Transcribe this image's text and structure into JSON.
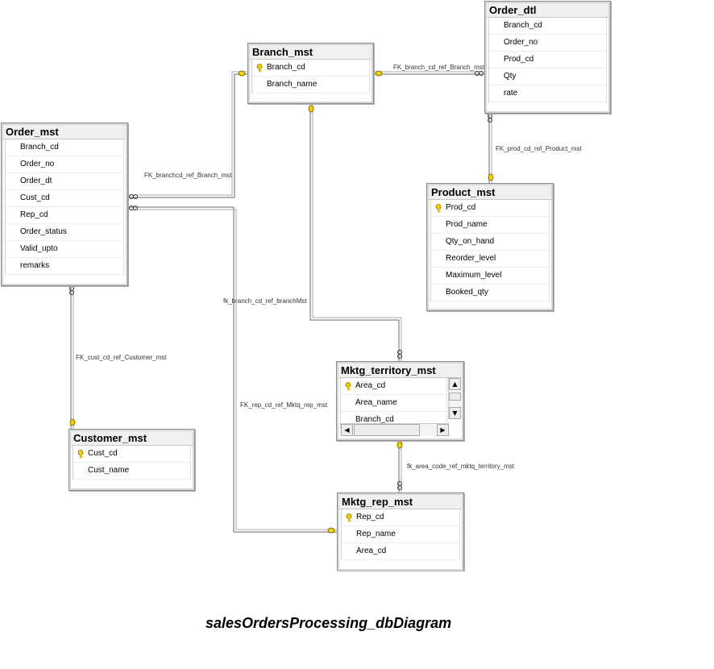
{
  "tables": {
    "order_dtl": {
      "title": "Order_dtl",
      "columns": [
        "Branch_cd",
        "Order_no",
        "Prod_cd",
        "Qty",
        "rate"
      ]
    },
    "branch_mst": {
      "title": "Branch_mst",
      "columns": [
        "Branch_cd",
        "Branch_name"
      ],
      "key_index": 0
    },
    "order_mst": {
      "title": "Order_mst",
      "columns": [
        "Branch_cd",
        "Order_no",
        "Order_dt",
        "Cust_cd",
        "Rep_cd",
        "Order_status",
        "Valid_upto",
        "remarks"
      ]
    },
    "product_mst": {
      "title": "Product_mst",
      "columns": [
        "Prod_cd",
        "Prod_name",
        "Qty_on_hand",
        "Reorder_level",
        "Maximum_level",
        "Booked_qty"
      ],
      "key_index": 0
    },
    "mktg_territory_mst": {
      "title": "Mktg_territory_mst",
      "columns": [
        "Area_cd",
        "Area_name",
        "Branch_cd"
      ],
      "key_index": 0
    },
    "customer_mst": {
      "title": "Customer_mst",
      "columns": [
        "Cust_cd",
        "Cust_name"
      ],
      "key_index": 0
    },
    "mktg_rep_mst": {
      "title": "Mktg_rep_mst",
      "columns": [
        "Rep_cd",
        "Rep_name",
        "Area_cd"
      ],
      "key_index": 0
    }
  },
  "relationships": {
    "fk_branch_cd_ref_branch_mst": "FK_branch_cd_ref_Branch_mst",
    "fk_branchcd_ref_branch_mst": "FK_branchcd_ref_Branch_mst",
    "fk_prod_cd_ref_product_mst": "FK_prod_cd_ref_Product_mst",
    "fk_branch_cd_ref_branchmst": "fk_branch_cd_ref_branchMst",
    "fk_cust_cd_ref_customer_mst": "FK_cust_cd_ref_Customer_mst",
    "fk_rep_cd_ref_mktq_rep_mst": "FK_rep_cd_ref_Mktq_rep_mst",
    "fk_area_code_ref_mktq_territory_mst": "fk_area_code_ref_mktq_territory_mst"
  },
  "caption": "salesOrdersProcessing_dbDiagram",
  "colors": {
    "key": "#f2d000",
    "line": "#555555",
    "title_bg": "#f0f0f0"
  }
}
